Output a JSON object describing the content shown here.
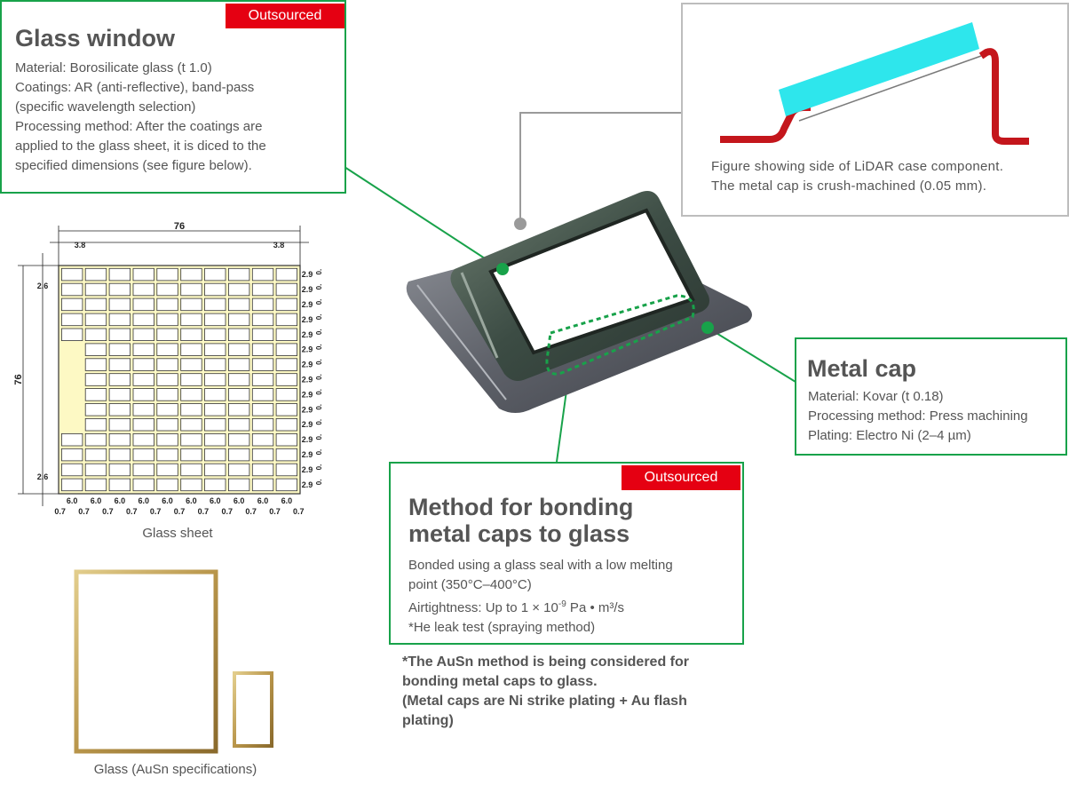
{
  "glass_window": {
    "badge": "Outsourced",
    "title": "Glass window",
    "lines": [
      "Material: Borosilicate glass (t 1.0)",
      "Coatings: AR (anti-reflective), band-pass",
      "(specific wavelength selection)",
      "Processing method: After the coatings are",
      "applied to the glass sheet, it is diced to the",
      "specified dimensions (see figure below)."
    ]
  },
  "lidar_figure": {
    "caption_line1": "Figure showing side of LiDAR case component.",
    "caption_line2": "The metal cap is crush-machined (0.05 mm)."
  },
  "glass_sheet": {
    "caption": "Glass sheet",
    "dim_top": "76",
    "dim_left_margin": "3.8",
    "dim_right_margin": "3.8",
    "dim_side": "76",
    "dim_top_row": "2.6",
    "dim_bottom_row": "2.6",
    "cell_width_label": "6.0",
    "gap_label": "0.7",
    "cell_height_label": "2.9",
    "right_gap_label": "0."
  },
  "glass_ausn": {
    "caption": "Glass (AuSn specifications)"
  },
  "metal_cap": {
    "title": "Metal cap",
    "lines": [
      "Material: Kovar (t 0.18)",
      "Processing method: Press machining",
      "Plating: Electro Ni (2–4 µm)"
    ]
  },
  "bonding": {
    "badge": "Outsourced",
    "title_line1": "Method for bonding",
    "title_line2": "metal caps to glass",
    "line1": "Bonded using a glass seal with a low melting",
    "line2": "point (350°C–400°C)",
    "airtight_prefix": "Airtightness: Up to 1 × 10",
    "airtight_exp": "-9",
    "airtight_suffix": " Pa • m³/s",
    "line4": "*He leak test (spraying method)"
  },
  "ausn_note": {
    "line1": "*The AuSn method is being considered for",
    "line2": "bonding metal caps to glass.",
    "line3": "(Metal caps are Ni strike plating + Au flash",
    "line4": "plating)"
  },
  "colors": {
    "accent_green": "#18a24a",
    "badge_red": "#e50012",
    "glass_cyan": "#2ee6ec",
    "cap_red": "#c4161c",
    "sheet_yellow": "#fdf9c4"
  }
}
